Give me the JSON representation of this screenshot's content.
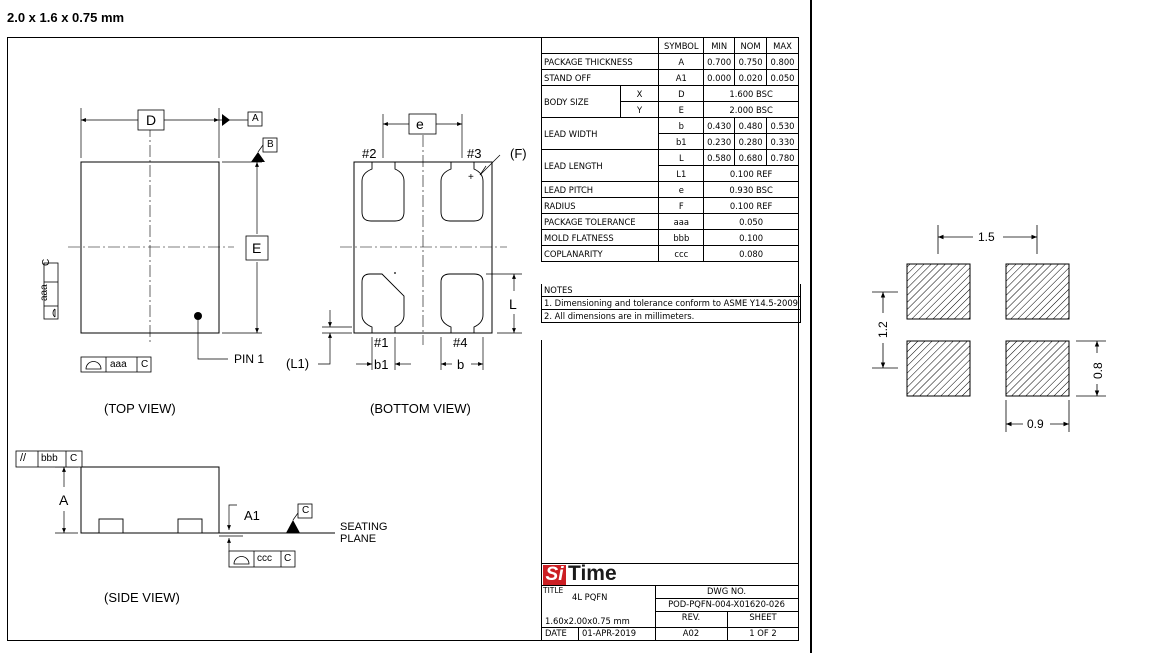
{
  "heading": "2.0 x 1.6 x 0.75 mm",
  "views": {
    "top": "(TOP VIEW)",
    "bottom": "(BOTTOM VIEW)",
    "side": "(SIDE VIEW)"
  },
  "labels": {
    "D": "D",
    "A_datum": "A",
    "B_datum": "B",
    "C_datum": "C",
    "E": "E",
    "e": "e",
    "pin1": "PIN 1",
    "p2": "#2",
    "p3": "#3",
    "p1": "#1",
    "p4": "#4",
    "F": "(F)",
    "L": "L",
    "L1": "(L1)",
    "b1": "b1",
    "b": "b",
    "A": "A",
    "A1": "A1",
    "seating": "SEATING",
    "plane": "PLANE",
    "aaa": "aaa",
    "bbb": "bbb",
    "ccc": "ccc",
    "C": "C",
    "parallel": "//",
    "plus": "+"
  },
  "table": {
    "header": [
      "SYMBOL",
      "MIN",
      "NOM",
      "MAX"
    ],
    "rows": {
      "thickness": {
        "name": "PACKAGE THICKNESS",
        "sym": "A",
        "min": "0.700",
        "nom": "0.750",
        "max": "0.800"
      },
      "standoff": {
        "name": "STAND OFF",
        "sym": "A1",
        "min": "0.000",
        "nom": "0.020",
        "max": "0.050"
      },
      "body": {
        "name": "BODY SIZE",
        "x": "X",
        "y": "Y",
        "symx": "D",
        "valx": "1.600 BSC",
        "symy": "E",
        "valy": "2.000 BSC"
      },
      "leadwidth": {
        "name": "LEAD WIDTH",
        "sym1": "b",
        "min1": "0.430",
        "nom1": "0.480",
        "max1": "0.530",
        "sym2": "b1",
        "min2": "0.230",
        "nom2": "0.280",
        "max2": "0.330"
      },
      "leadlength": {
        "name": "LEAD LENGTH",
        "sym1": "L",
        "min1": "0.580",
        "nom1": "0.680",
        "max1": "0.780",
        "sym2": "L1",
        "val2": "0.100 REF"
      },
      "pitch": {
        "name": "LEAD PITCH",
        "sym": "e",
        "val": "0.930 BSC"
      },
      "radius": {
        "name": "RADIUS",
        "sym": "F",
        "val": "0.100 REF"
      },
      "tolerance": {
        "name": "PACKAGE TOLERANCE",
        "sym": "aaa",
        "val": "0.050"
      },
      "flatness": {
        "name": "MOLD FLATNESS",
        "sym": "bbb",
        "val": "0.100"
      },
      "coplanarity": {
        "name": "COPLANARITY",
        "sym": "ccc",
        "val": "0.080"
      }
    }
  },
  "notes": {
    "title": "NOTES",
    "n1": "1. Dimensioning and tolerance conform to ASME Y14.5-2009",
    "n2": "2. All dimensions are in millimeters."
  },
  "titleblock": {
    "logo_si": "Si",
    "logo_time": "Time",
    "title_label": "TITLE",
    "title_value": "4L PQFN",
    "dwg_label": "DWG NO.",
    "dwg_value": "POD-PQFN-004-X01620-026",
    "size": "1.60x2.00x0.75 mm",
    "rev_label": "REV.",
    "sheet_label": "SHEET",
    "date_label": "DATE",
    "date_value": "01-APR-2019",
    "rev_value": "A02",
    "sheet_value": "1 OF 2"
  },
  "footprint": {
    "w": "1.5",
    "h": "1.2",
    "pad_h": "0.8",
    "pad_w": "0.9"
  }
}
